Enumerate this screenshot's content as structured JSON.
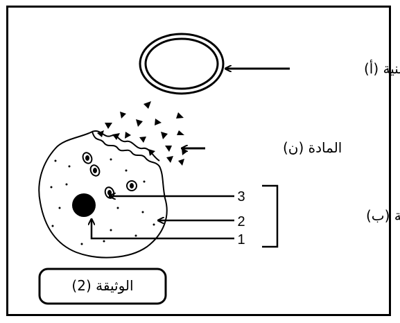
{
  "labels": {
    "structure_a": "البنية (أ)",
    "substance_n": "المادة (ن)",
    "structure_b": "البنية (ب)",
    "document": "الوثيقة (2)",
    "pointer_1": "1",
    "pointer_2": "2",
    "pointer_3": "3"
  },
  "colors": {
    "line": "#000000",
    "background": "#ffffff"
  }
}
